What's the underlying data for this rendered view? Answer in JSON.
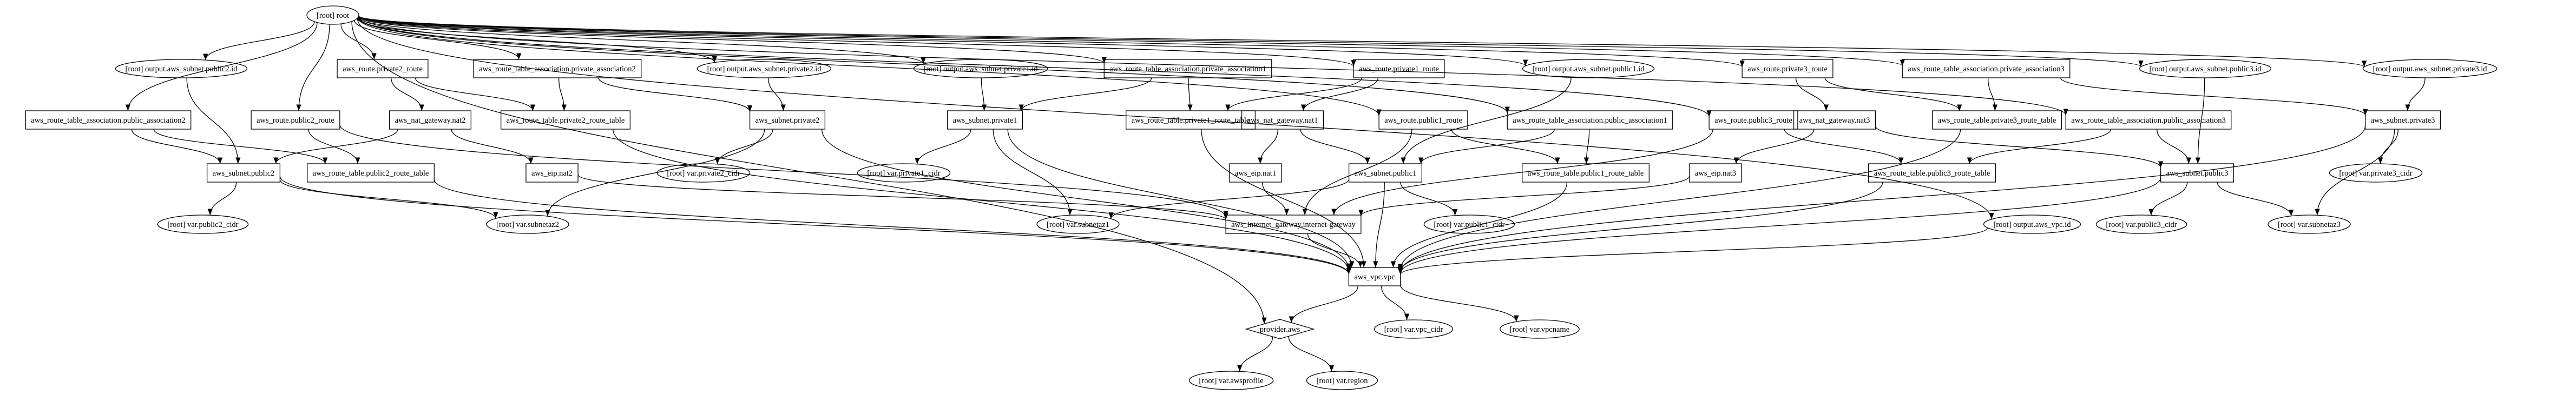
{
  "graph": {
    "type": "directed-dependency-graph",
    "nodes": [
      {
        "id": "root",
        "label": "[root] root",
        "shape": "ellipse"
      },
      {
        "id": "out_pub2",
        "label": "[root] output.aws_subnet.public2.id",
        "shape": "ellipse"
      },
      {
        "id": "rt_priv2_route",
        "label": "aws_route.private2_route",
        "shape": "box"
      },
      {
        "id": "rta_priv2",
        "label": "aws_route_table_association.private_association2",
        "shape": "box"
      },
      {
        "id": "out_priv2",
        "label": "[root] output.aws_subnet.private2.id",
        "shape": "ellipse"
      },
      {
        "id": "out_priv1",
        "label": "[root] output.aws_subnet.private1.id",
        "shape": "ellipse"
      },
      {
        "id": "rta_priv1",
        "label": "aws_route_table_association.private_association1",
        "shape": "box"
      },
      {
        "id": "rt_priv1_route",
        "label": "aws_route.private1_route",
        "shape": "box"
      },
      {
        "id": "out_pub1",
        "label": "[root] output.aws_subnet.public1.id",
        "shape": "ellipse"
      },
      {
        "id": "rt_priv3_route",
        "label": "aws_route.private3_route",
        "shape": "box"
      },
      {
        "id": "rta_priv3",
        "label": "aws_route_table_association.private_association3",
        "shape": "box"
      },
      {
        "id": "out_pub3",
        "label": "[root] output.aws_subnet.public3.id",
        "shape": "ellipse"
      },
      {
        "id": "out_priv3",
        "label": "[root] output.aws_subnet.private3.id",
        "shape": "ellipse"
      },
      {
        "id": "rta_pub2",
        "label": "aws_route_table_association.public_association2",
        "shape": "box"
      },
      {
        "id": "rt_pub2_route",
        "label": "aws_route.public2_route",
        "shape": "box"
      },
      {
        "id": "nat2",
        "label": "aws_nat_gateway.nat2",
        "shape": "box"
      },
      {
        "id": "rtb_priv2",
        "label": "aws_route_table.private2_route_table",
        "shape": "box"
      },
      {
        "id": "sub_priv2",
        "label": "aws_subnet.private2",
        "shape": "box"
      },
      {
        "id": "sub_priv1",
        "label": "aws_subnet.private1",
        "shape": "box"
      },
      {
        "id": "rtb_priv1",
        "label": "aws_route_table.private1_route_table",
        "shape": "box"
      },
      {
        "id": "nat1",
        "label": "aws_nat_gateway.nat1",
        "shape": "box"
      },
      {
        "id": "rt_pub1_route",
        "label": "aws_route.public1_route",
        "shape": "box"
      },
      {
        "id": "rta_pub1",
        "label": "aws_route_table_association.public_association1",
        "shape": "box"
      },
      {
        "id": "rt_pub3_route",
        "label": "aws_route.public3_route",
        "shape": "box"
      },
      {
        "id": "nat3",
        "label": "aws_nat_gateway.nat3",
        "shape": "box"
      },
      {
        "id": "rtb_priv3",
        "label": "aws_route_table.private3_route_table",
        "shape": "box"
      },
      {
        "id": "rta_pub3",
        "label": "aws_route_table_association.public_association3",
        "shape": "box"
      },
      {
        "id": "sub_priv3",
        "label": "aws_subnet.private3",
        "shape": "box"
      },
      {
        "id": "sub_pub2",
        "label": "aws_subnet.public2",
        "shape": "box"
      },
      {
        "id": "rtb_pub2",
        "label": "aws_route_table.public2_route_table",
        "shape": "box"
      },
      {
        "id": "eip2",
        "label": "aws_eip.nat2",
        "shape": "box"
      },
      {
        "id": "var_priv2_cidr",
        "label": "[root] var.private2_cidr",
        "shape": "ellipse"
      },
      {
        "id": "var_priv1_cidr",
        "label": "[root] var.private1_cidr",
        "shape": "ellipse"
      },
      {
        "id": "eip1",
        "label": "aws_eip.nat1",
        "shape": "box"
      },
      {
        "id": "sub_pub1",
        "label": "aws_subnet.public1",
        "shape": "box"
      },
      {
        "id": "rtb_pub1",
        "label": "aws_route_table.public1_route_table",
        "shape": "box"
      },
      {
        "id": "eip3",
        "label": "aws_eip.nat3",
        "shape": "box"
      },
      {
        "id": "rtb_pub3",
        "label": "aws_route_table.public3_route_table",
        "shape": "box"
      },
      {
        "id": "sub_pub3",
        "label": "aws_subnet.public3",
        "shape": "box"
      },
      {
        "id": "var_priv3_cidr",
        "label": "[root] var.private3_cidr",
        "shape": "ellipse"
      },
      {
        "id": "var_pub2_cidr",
        "label": "[root] var.public2_cidr",
        "shape": "ellipse"
      },
      {
        "id": "var_az2",
        "label": "[root] var.subnetaz2",
        "shape": "ellipse"
      },
      {
        "id": "var_az1",
        "label": "[root] var.subnetaz1",
        "shape": "ellipse"
      },
      {
        "id": "igw",
        "label": "aws_internet_gateway.internet-gateway",
        "shape": "box"
      },
      {
        "id": "var_pub1_cidr",
        "label": "[root] var.public1_cidr",
        "shape": "ellipse"
      },
      {
        "id": "out_vpc",
        "label": "[root] output.aws_vpc.id",
        "shape": "ellipse"
      },
      {
        "id": "var_pub3_cidr",
        "label": "[root] var.public3_cidr",
        "shape": "ellipse"
      },
      {
        "id": "var_az3",
        "label": "[root] var.subnetaz3",
        "shape": "ellipse"
      },
      {
        "id": "vpc",
        "label": "aws_vpc.vpc",
        "shape": "box"
      },
      {
        "id": "provider",
        "label": "provider.aws",
        "shape": "diamond"
      },
      {
        "id": "var_vpc_cidr",
        "label": "[root] var.vpc_cidr",
        "shape": "ellipse"
      },
      {
        "id": "var_vpcname",
        "label": "[root] var.vpcname",
        "shape": "ellipse"
      },
      {
        "id": "var_awsprofile",
        "label": "[root] var.awsprofile",
        "shape": "ellipse"
      },
      {
        "id": "var_region",
        "label": "[root] var.region",
        "shape": "ellipse"
      }
    ],
    "edges": [
      [
        "root",
        "out_pub2"
      ],
      [
        "root",
        "rt_priv2_route"
      ],
      [
        "root",
        "rta_priv2"
      ],
      [
        "root",
        "out_priv2"
      ],
      [
        "root",
        "out_priv1"
      ],
      [
        "root",
        "rta_priv1"
      ],
      [
        "root",
        "rt_priv1_route"
      ],
      [
        "root",
        "out_pub1"
      ],
      [
        "root",
        "rt_priv3_route"
      ],
      [
        "root",
        "rta_priv3"
      ],
      [
        "root",
        "out_pub3"
      ],
      [
        "root",
        "out_priv3"
      ],
      [
        "root",
        "rta_pub2"
      ],
      [
        "root",
        "rt_pub2_route"
      ],
      [
        "root",
        "rt_pub1_route"
      ],
      [
        "root",
        "rta_pub1"
      ],
      [
        "root",
        "rt_pub3_route"
      ],
      [
        "root",
        "rta_pub3"
      ],
      [
        "root",
        "out_vpc"
      ],
      [
        "root",
        "provider"
      ],
      [
        "out_pub2",
        "sub_pub2"
      ],
      [
        "rt_priv2_route",
        "nat2"
      ],
      [
        "rt_priv2_route",
        "rtb_priv2"
      ],
      [
        "rta_priv2",
        "rtb_priv2"
      ],
      [
        "rta_priv2",
        "sub_priv2"
      ],
      [
        "out_priv2",
        "sub_priv2"
      ],
      [
        "out_priv1",
        "sub_priv1"
      ],
      [
        "rta_priv1",
        "sub_priv1"
      ],
      [
        "rta_priv1",
        "rtb_priv1"
      ],
      [
        "rt_priv1_route",
        "rtb_priv1"
      ],
      [
        "rt_priv1_route",
        "nat1"
      ],
      [
        "out_pub1",
        "sub_pub1"
      ],
      [
        "rt_priv3_route",
        "nat3"
      ],
      [
        "rt_priv3_route",
        "rtb_priv3"
      ],
      [
        "rta_priv3",
        "rtb_priv3"
      ],
      [
        "rta_priv3",
        "sub_priv3"
      ],
      [
        "out_pub3",
        "sub_pub3"
      ],
      [
        "out_priv3",
        "sub_priv3"
      ],
      [
        "rta_pub2",
        "sub_pub2"
      ],
      [
        "rta_pub2",
        "rtb_pub2"
      ],
      [
        "rt_pub2_route",
        "rtb_pub2"
      ],
      [
        "rt_pub2_route",
        "igw"
      ],
      [
        "nat2",
        "sub_pub2"
      ],
      [
        "nat2",
        "eip2"
      ],
      [
        "rtb_priv2",
        "vpc"
      ],
      [
        "sub_priv2",
        "var_priv2_cidr"
      ],
      [
        "sub_priv2",
        "var_az2"
      ],
      [
        "sub_priv2",
        "vpc"
      ],
      [
        "sub_priv1",
        "var_priv1_cidr"
      ],
      [
        "sub_priv1",
        "var_az1"
      ],
      [
        "sub_priv1",
        "vpc"
      ],
      [
        "rtb_priv1",
        "vpc"
      ],
      [
        "nat1",
        "eip1"
      ],
      [
        "nat1",
        "sub_pub1"
      ],
      [
        "rt_pub1_route",
        "rtb_pub1"
      ],
      [
        "rt_pub1_route",
        "igw"
      ],
      [
        "rta_pub1",
        "sub_pub1"
      ],
      [
        "rta_pub1",
        "rtb_pub1"
      ],
      [
        "rt_pub3_route",
        "rtb_pub3"
      ],
      [
        "rt_pub3_route",
        "igw"
      ],
      [
        "nat3",
        "eip3"
      ],
      [
        "nat3",
        "sub_pub3"
      ],
      [
        "rtb_priv3",
        "vpc"
      ],
      [
        "rta_pub3",
        "sub_pub3"
      ],
      [
        "rta_pub3",
        "rtb_pub3"
      ],
      [
        "sub_priv3",
        "var_priv3_cidr"
      ],
      [
        "sub_priv3",
        "var_az3"
      ],
      [
        "sub_priv3",
        "vpc"
      ],
      [
        "sub_pub2",
        "var_pub2_cidr"
      ],
      [
        "sub_pub2",
        "var_az2"
      ],
      [
        "sub_pub2",
        "vpc"
      ],
      [
        "rtb_pub2",
        "vpc"
      ],
      [
        "eip2",
        "igw"
      ],
      [
        "eip1",
        "igw"
      ],
      [
        "eip3",
        "igw"
      ],
      [
        "sub_pub1",
        "var_az1"
      ],
      [
        "sub_pub1",
        "var_pub1_cidr"
      ],
      [
        "sub_pub1",
        "vpc"
      ],
      [
        "rtb_pub1",
        "vpc"
      ],
      [
        "rtb_pub3",
        "vpc"
      ],
      [
        "sub_pub3",
        "var_pub3_cidr"
      ],
      [
        "sub_pub3",
        "var_az3"
      ],
      [
        "sub_pub3",
        "vpc"
      ],
      [
        "igw",
        "vpc"
      ],
      [
        "out_vpc",
        "vpc"
      ],
      [
        "vpc",
        "provider"
      ],
      [
        "vpc",
        "var_vpc_cidr"
      ],
      [
        "vpc",
        "var_vpcname"
      ],
      [
        "provider",
        "var_awsprofile"
      ],
      [
        "provider",
        "var_region"
      ]
    ]
  }
}
